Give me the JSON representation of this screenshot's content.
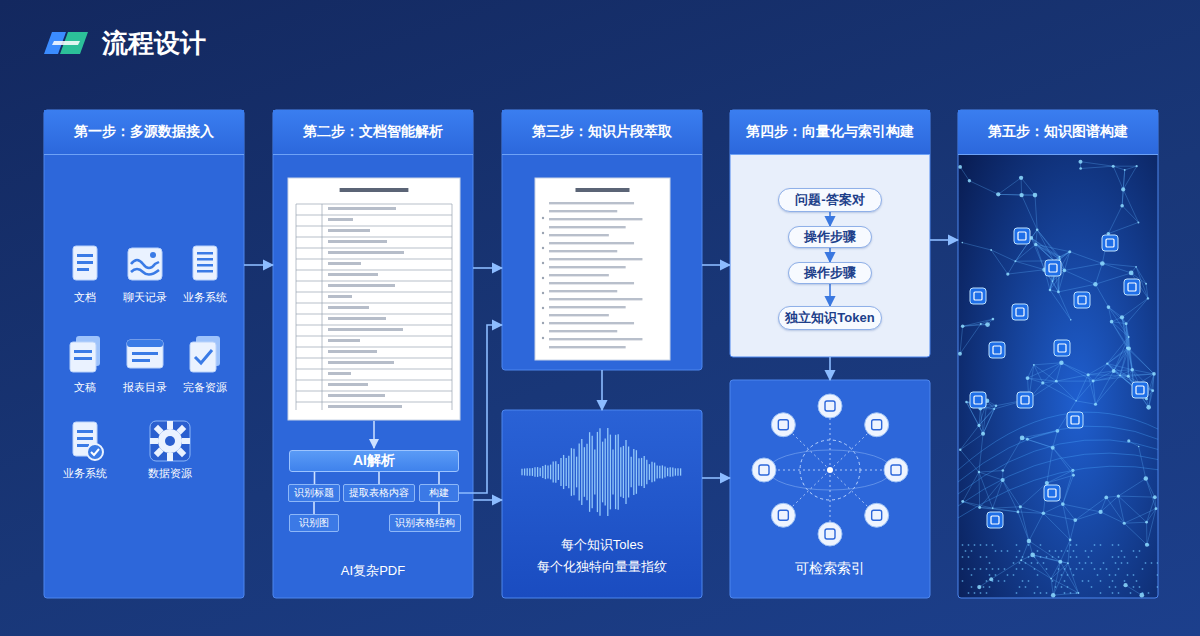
{
  "diagram": {
    "title": "流程设计",
    "nodes": [
      {
        "text": [
          "第一步：多源数据接入"
        ]
      },
      {
        "text": [
          "文档"
        ],
        "in": 0
      },
      {
        "text": [
          "聊天记录"
        ],
        "in": 0
      },
      {
        "text": [
          "业务系统"
        ],
        "in": 0
      },
      {
        "text": [
          "文稿"
        ],
        "in": 0
      },
      {
        "text": [
          "报表目录"
        ],
        "in": 0
      },
      {
        "text": [
          "完备资源"
        ],
        "in": 0
      },
      {
        "text": [
          "业务系统"
        ],
        "in": 0
      },
      {
        "text": [
          "数据资源"
        ],
        "in": 0
      },
      {
        "text": [
          "第二步：文档智能解析",
          "AI复杂PDF"
        ]
      },
      {
        "text": [
          "AI解析"
        ],
        "in": 9
      },
      {
        "text": [
          "识别标题"
        ],
        "in": 9
      },
      {
        "text": [
          "提取表格内容"
        ],
        "in": 9
      },
      {
        "text": [
          "构建"
        ],
        "in": 9
      },
      {
        "text": [
          "识别图"
        ],
        "in": 9
      },
      {
        "text": [
          "识别表格结构"
        ],
        "in": 9
      },
      {
        "text": [
          "第三步：知识片段萃取"
        ]
      },
      {
        "text": [
          "每个知识Toles",
          "每个化独特向量量指纹"
        ]
      },
      {
        "text": [
          "第四步：向量化与索引构建"
        ]
      },
      {
        "text": [
          "问题-答案对"
        ],
        "in": 18
      },
      {
        "text": [
          "操作步骤"
        ],
        "in": 18
      },
      {
        "text": [
          "操作步骤"
        ],
        "in": 18
      },
      {
        "text": [
          "独立知识Token"
        ],
        "in": 18
      },
      {
        "text": [
          "可检索索引"
        ]
      },
      {
        "text": [
          "第五步：知识图谱构建"
        ]
      }
    ],
    "edges": [
      {
        "from": 0,
        "to": 9,
        "arrow": "to"
      },
      {
        "from": 9,
        "to": 16,
        "arrow": "to"
      },
      {
        "from": 16,
        "to": 18,
        "arrow": "to"
      },
      {
        "from": 18,
        "to": 24,
        "arrow": "to"
      },
      {
        "from": 16,
        "to": 17,
        "arrow": "to"
      },
      {
        "from": 18,
        "to": 23,
        "arrow": "to"
      },
      {
        "from": 17,
        "to": 23,
        "arrow": "to"
      },
      {
        "from": 9,
        "to": 17,
        "arrow": "to"
      },
      {
        "from": 13,
        "to": 16,
        "arrow": "to"
      },
      {
        "from": 10,
        "to": 11,
        "arrow": "none"
      },
      {
        "from": 10,
        "to": 12,
        "arrow": "none"
      },
      {
        "from": 10,
        "to": 13,
        "arrow": "none"
      },
      {
        "from": 11,
        "to": 14,
        "arrow": "none"
      },
      {
        "from": 13,
        "to": 15,
        "arrow": "none"
      },
      {
        "from": 19,
        "to": 20,
        "arrow": "to"
      },
      {
        "from": 20,
        "to": 21,
        "arrow": "to"
      },
      {
        "from": 21,
        "to": 22,
        "arrow": "to"
      }
    ]
  }
}
